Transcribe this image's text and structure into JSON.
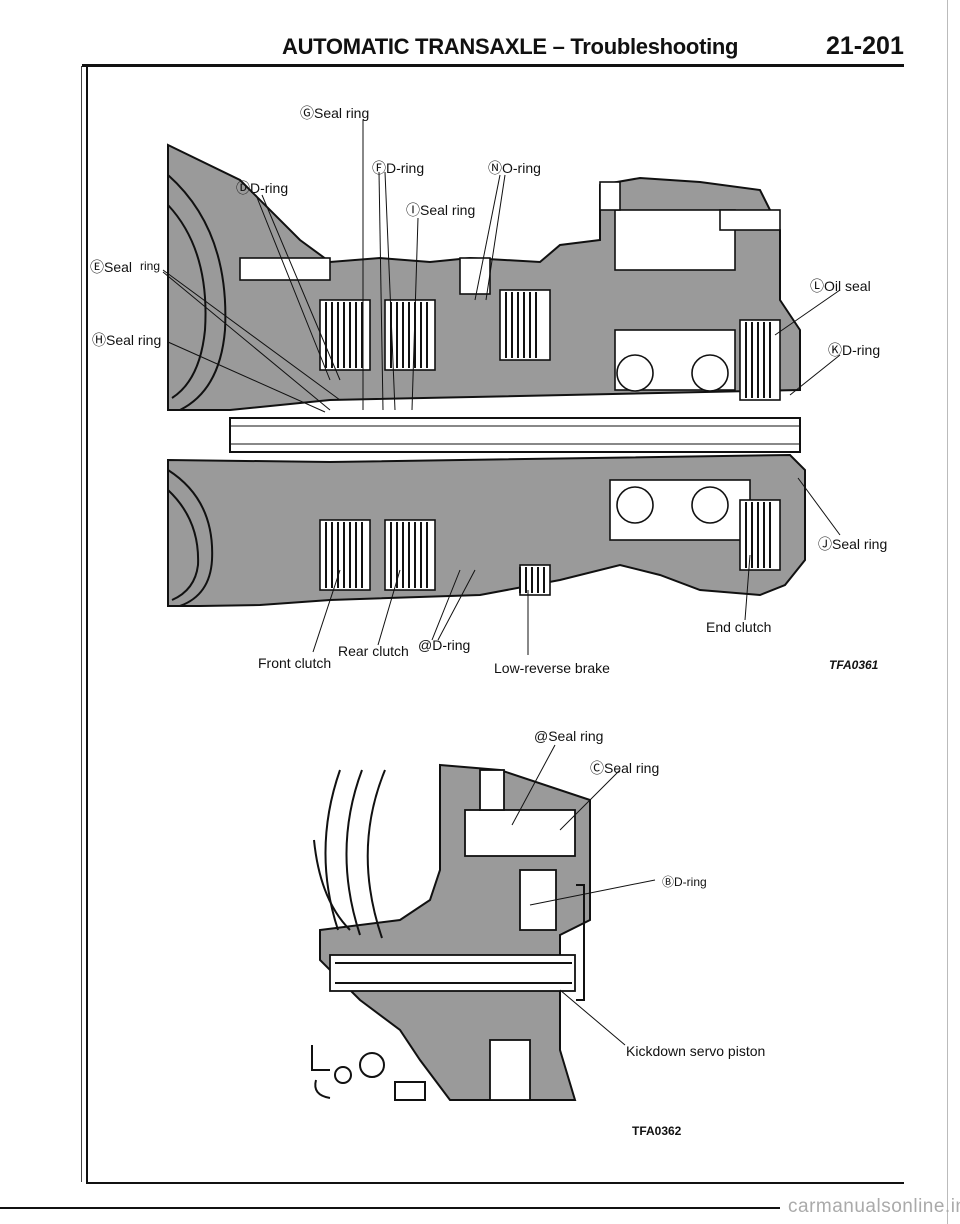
{
  "header": {
    "title": "AUTOMATIC TRANSAXLE – Troubleshooting",
    "page_number": "21-201"
  },
  "figure1": {
    "labels": {
      "g_seal_ring": "ⒼSeal ring",
      "d_d_ring": "ⒹD-ring",
      "f_d_ring": "ⒻD-ring",
      "n_o_ring": "ⓃO-ring",
      "i_seal_ring": "ⒾSeal ring",
      "e_seal": "ⒺSeal",
      "e_ring": "ring",
      "h_seal_ring": "ⒽSeal ring",
      "l_oil_seal": "ⓁOil seal",
      "k_d_ring": "ⓀD-ring",
      "j_seal_ring": "ⒿSeal ring",
      "end_clutch": "End clutch",
      "rear_clutch": "Rear clutch",
      "m_d_ring": "@D-ring",
      "front_clutch": "Front clutch",
      "low_reverse_brake": "Low-reverse brake"
    },
    "figure_code": "TFA0361"
  },
  "figure2": {
    "labels": {
      "a_seal_ring": "@Seal ring",
      "c_seal_ring": "ⒸSeal ring",
      "b_d_ring": "ⒷD-ring",
      "kickdown_servo_piston": "Kickdown servo piston"
    },
    "figure_code": "TFA0362"
  },
  "footer": {
    "watermark": "carmanualsonline.info"
  }
}
